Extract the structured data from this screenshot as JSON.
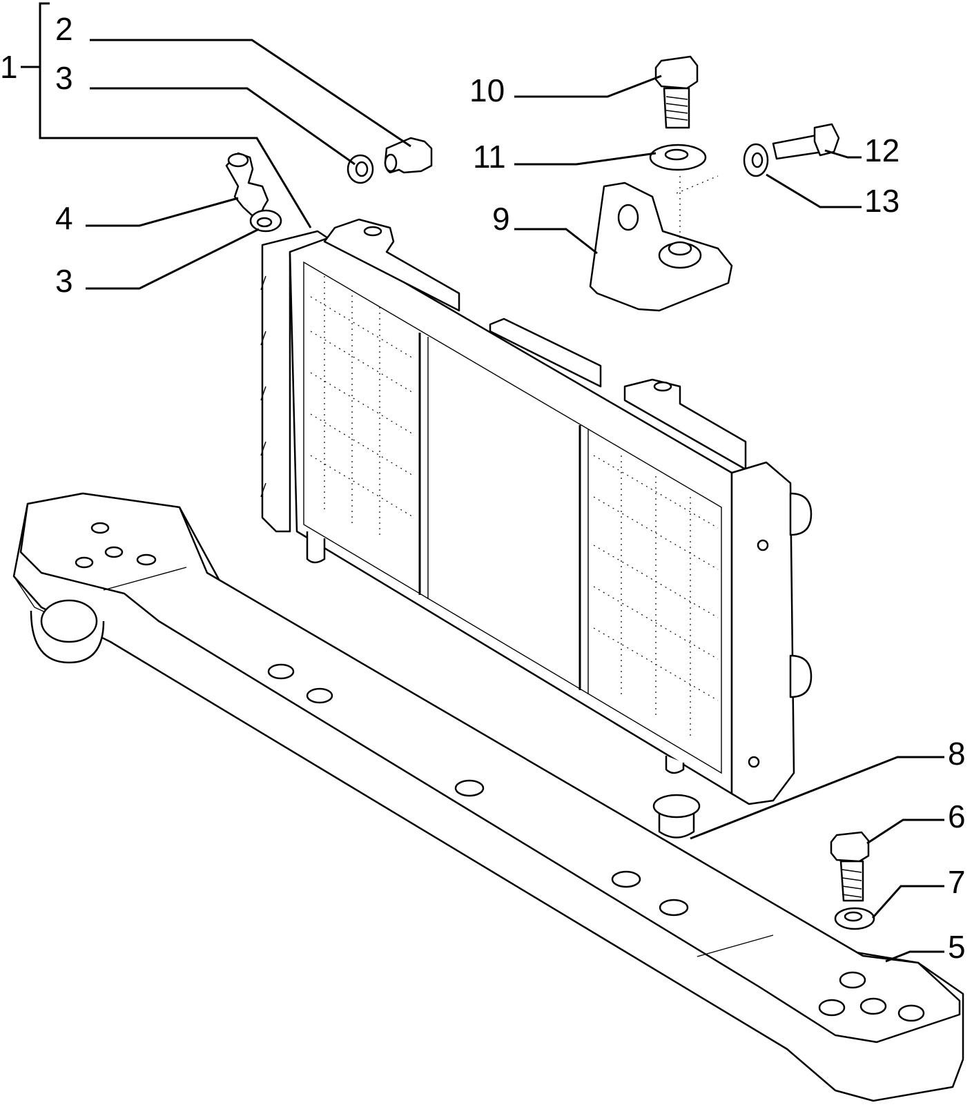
{
  "labels": {
    "l1": "1",
    "l2": "2",
    "l3a": "3",
    "l3b": "3",
    "l4": "4",
    "l5": "5",
    "l6": "6",
    "l7": "7",
    "l8": "8",
    "l9": "9",
    "l10": "10",
    "l11": "11",
    "l12": "12",
    "l13": "13"
  }
}
